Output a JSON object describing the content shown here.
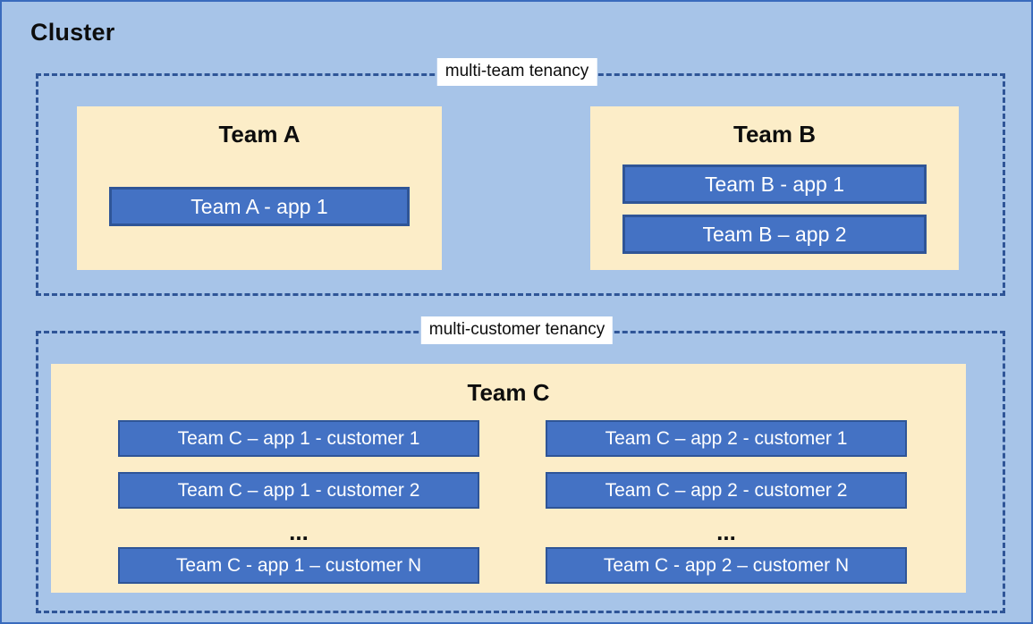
{
  "diagram": {
    "title": "Cluster",
    "background_color": "#a7c4e8",
    "frame_border_color": "#3a6bbd",
    "panel_color": "#fcedc8",
    "app_box_color": "#4472c4",
    "app_box_border_color": "#2f5597",
    "dashed_border_color": "#2f5597"
  },
  "tenancies": [
    {
      "id": "multi-team",
      "label": "multi-team tenancy",
      "teams": [
        {
          "id": "team-a",
          "title": "Team A",
          "apps": [
            {
              "label": "Team A - app 1"
            }
          ]
        },
        {
          "id": "team-b",
          "title": "Team B",
          "apps": [
            {
              "label": "Team B - app 1"
            },
            {
              "label": "Team B – app 2"
            }
          ]
        }
      ]
    },
    {
      "id": "multi-customer",
      "label": "multi-customer tenancy",
      "teams": [
        {
          "id": "team-c",
          "title": "Team C",
          "columns": [
            {
              "id": "team-c-app-1",
              "apps": [
                {
                  "label": "Team C – app 1 - customer 1"
                },
                {
                  "label": "Team C – app 1 - customer 2"
                }
              ],
              "ellipsis": "...",
              "last_app": {
                "label": "Team C - app 1 – customer N"
              }
            },
            {
              "id": "team-c-app-2",
              "apps": [
                {
                  "label": "Team C – app 2 - customer 1"
                },
                {
                  "label": "Team C – app 2 - customer 2"
                }
              ],
              "ellipsis": "...",
              "last_app": {
                "label": "Team C - app 2 – customer N"
              }
            }
          ]
        }
      ]
    }
  ]
}
